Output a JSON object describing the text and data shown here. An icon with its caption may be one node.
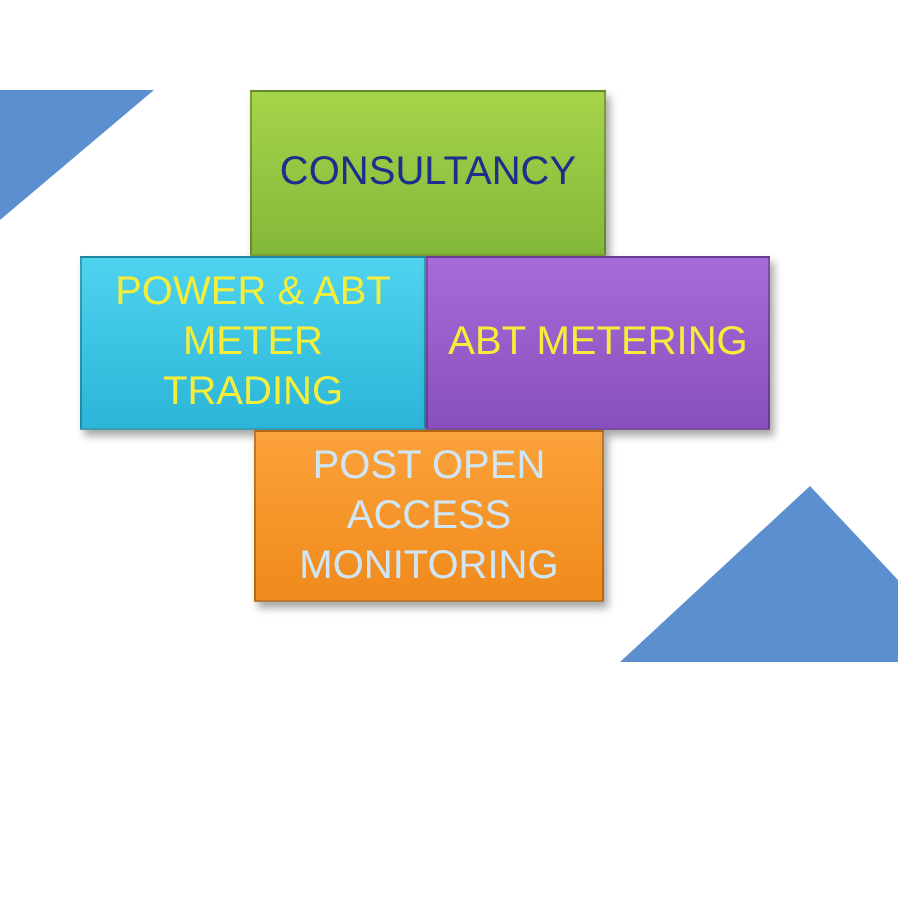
{
  "diagram": {
    "nodes": [
      {
        "text": [
          "CONSULTANCY"
        ]
      },
      {
        "text": [
          "POWER & ABT METER TRADING"
        ]
      },
      {
        "text": [
          "ABT METERING"
        ]
      },
      {
        "text": [
          "POST OPEN ACCESS MONITORING"
        ]
      }
    ]
  }
}
